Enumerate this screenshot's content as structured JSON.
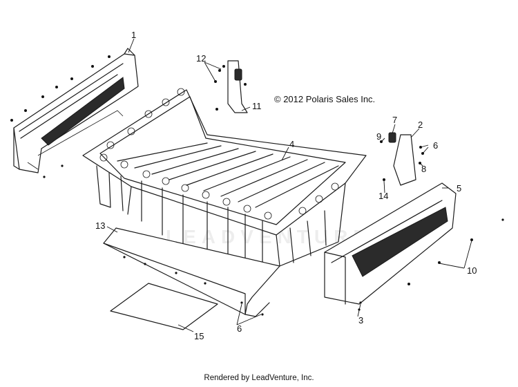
{
  "copyright": "© 2012 Polaris Sales Inc.",
  "footer": "Rendered by LeadVenture, Inc.",
  "watermark": "LEADVENTURE",
  "callouts": {
    "c1": "1",
    "c2": "2",
    "c3": "3",
    "c4": "4",
    "c5": "5",
    "c6a": "6",
    "c6b": "6",
    "c7": "7",
    "c8": "8",
    "c9": "9",
    "c10": "10",
    "c11": "11",
    "c12": "12",
    "c13": "13",
    "c14": "14",
    "c15": "15"
  }
}
